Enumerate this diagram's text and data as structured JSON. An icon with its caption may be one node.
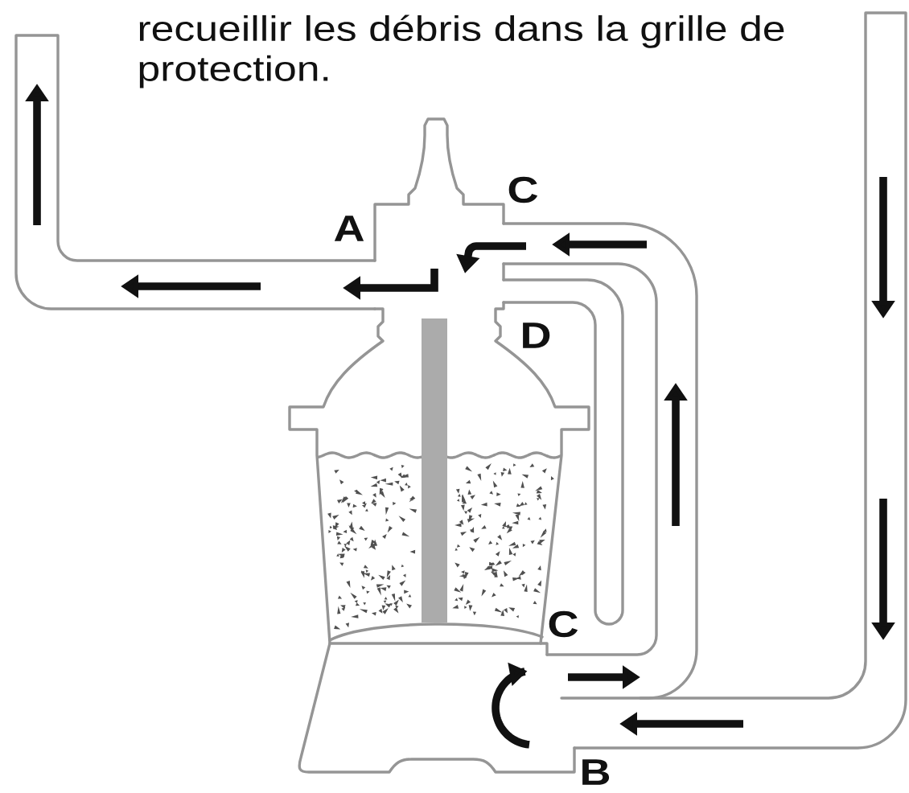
{
  "diagram": {
    "labels": [
      "recueillir les débris dans la grille de protection.",
      "C",
      "A",
      "D",
      "C",
      "B"
    ]
  }
}
